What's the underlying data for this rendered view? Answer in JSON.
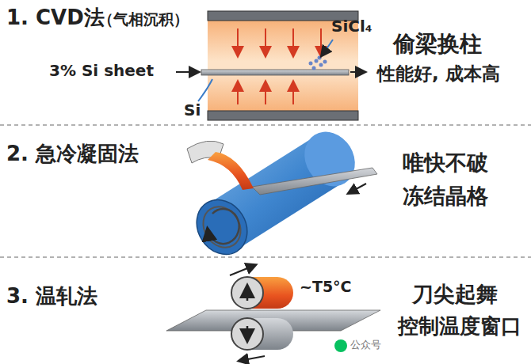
{
  "diagram": {
    "labels": [
      "1. CVD法",
      "（气相沉积）",
      "SiCl₄",
      "3% Si sheet",
      "Si",
      "偷梁换柱",
      "性能好, 成本高",
      "2. 急冷凝固法",
      "唯快不破",
      "冻结晶格",
      "3. 温轧法",
      "~T5°C",
      "刀尖起舞",
      "控制温度窗口",
      "公众号"
    ]
  }
}
